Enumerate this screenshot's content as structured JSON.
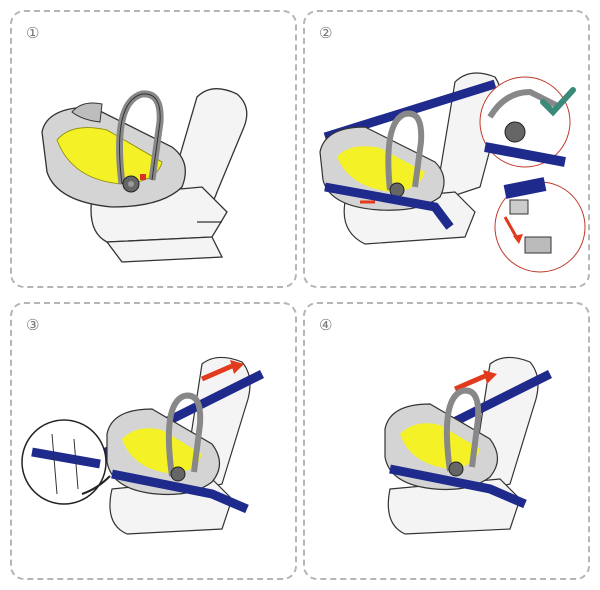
{
  "panels": [
    {
      "number": "①"
    },
    {
      "number": "②"
    },
    {
      "number": "③"
    },
    {
      "number": "④"
    }
  ],
  "colors": {
    "belt": "#1e2a8c",
    "shell": "#cfcfcf",
    "padding": "#f4f126",
    "arrow": "#e23a1c",
    "check": "#3a8a7a",
    "outline": "#333333",
    "callout": "#c0392b"
  }
}
